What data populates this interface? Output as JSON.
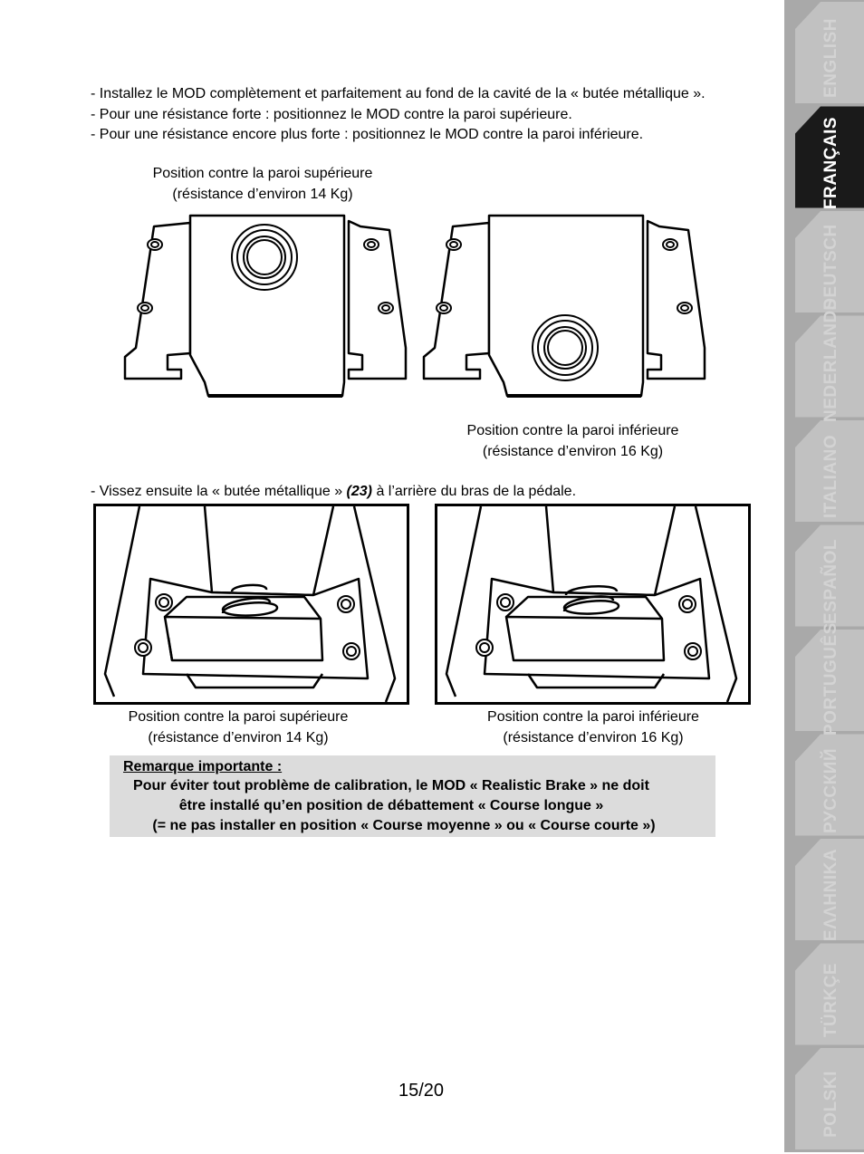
{
  "instructions": [
    "- Installez le MOD complètement et parfaitement au fond de la cavité de la « butée métallique ».",
    "- Pour une résistance forte : positionnez le MOD contre la paroi supérieure.",
    "- Pour une résistance encore plus forte : positionnez le MOD contre la paroi inférieure."
  ],
  "figure_top": {
    "caption_upper_line1": "Position contre la paroi supérieure",
    "caption_upper_line2": "(résistance d’environ 14 Kg)",
    "caption_lower_line1": "Position contre la paroi inférieure",
    "caption_lower_line2": "(résistance d’environ 16 Kg)"
  },
  "vissez": {
    "before": "- Vissez ensuite la « butée métallique » ",
    "ref": "(23)",
    "after": " à l’arrière du bras de la pédale."
  },
  "photos": {
    "left_caption_line1": "Position contre la paroi supérieure",
    "left_caption_line2": "(résistance d’environ 14 Kg)",
    "right_caption_line1": "Position contre la paroi inférieure",
    "right_caption_line2": "(résistance d’environ 16 Kg)"
  },
  "remark": {
    "title": "Remarque importante :",
    "line1": "Pour éviter tout problème de calibration, le MOD « Realistic Brake » ne doit",
    "line2": "être installé qu’en position de débattement « Course longue »",
    "line3": "(= ne pas installer en position « Course moyenne » ou « Course courte »)",
    "background_color": "#dcdcdc"
  },
  "page_number": "15/20",
  "language_tabs": [
    {
      "label": "ENGLISH",
      "active": false
    },
    {
      "label": "FRANÇAIS",
      "active": true
    },
    {
      "label": "DEUTSCH",
      "active": false
    },
    {
      "label": "NEDERLANDS",
      "active": false
    },
    {
      "label": "ITALIANO",
      "active": false
    },
    {
      "label": "ESPAÑOL",
      "active": false
    },
    {
      "label": "PORTUGUÊS",
      "active": false
    },
    {
      "label": "РУССКИЙ",
      "active": false
    },
    {
      "label": "ΕΛΛΗΝΙΚΑ",
      "active": false
    },
    {
      "label": "TÜRKÇE",
      "active": false
    },
    {
      "label": "POLSKI",
      "active": false
    }
  ],
  "tab_colors": {
    "inactive": "#a9a9a9",
    "active": "#1a1a1a",
    "label_inactive": "#d3d3d3",
    "label_active": "#ffffff"
  }
}
